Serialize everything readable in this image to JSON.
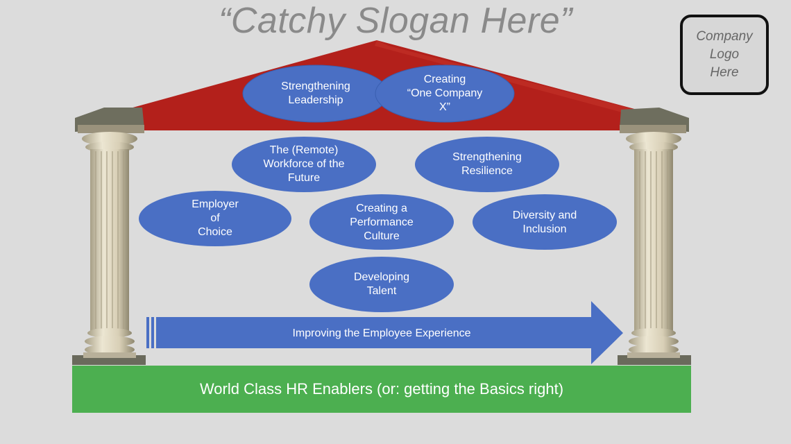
{
  "slogan": "“Catchy Slogan Here”",
  "logo": "Company\nLogo\nHere",
  "roof_items": [
    "Strengthening\nLeadership",
    "Creating\n“One Company\nX”"
  ],
  "pillars": [
    "The (Remote)\nWorkforce of the\nFuture",
    "Strengthening\nResilience",
    "Employer\nof\nChoice",
    "Creating a\nPerformance\nCulture",
    "Diversity and\nInclusion",
    "Developing\nTalent"
  ],
  "arrow_text": "Improving the Employee Experience",
  "foundation_text": "World Class HR Enablers (or: getting the Basics right)",
  "colors": {
    "background": "#dcdcdc",
    "roof": "#b3201b",
    "ellipse": "#4a6fc4",
    "arrow": "#4a6fc4",
    "foundation": "#4caf50",
    "column": "#e0d8c0"
  }
}
